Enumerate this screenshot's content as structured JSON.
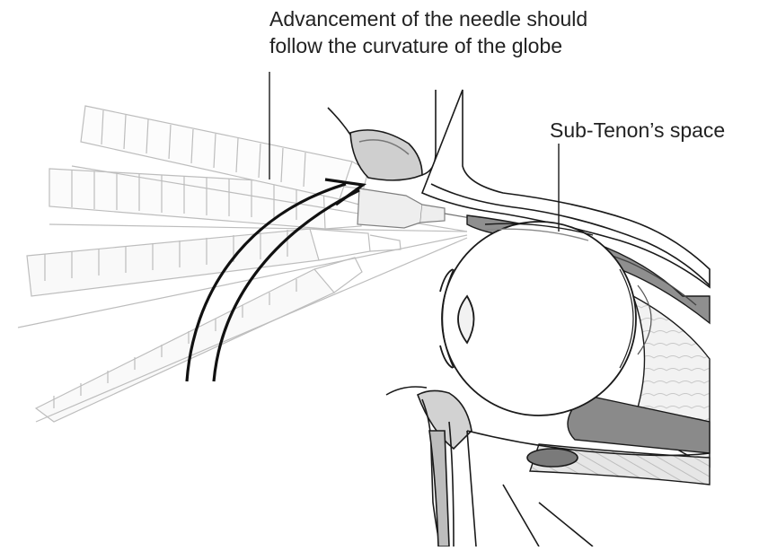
{
  "labels": {
    "advancement_line1": "Advancement of the needle should",
    "advancement_line2": "follow the curvature of the globe",
    "sub_tenon": "Sub-Tenon’s space"
  },
  "colors": {
    "line": "#1a1a1a",
    "faint_line": "#9a9a9a",
    "tissue_gray": "#8c8c8c",
    "tissue_light": "#d4d4d4",
    "muscle_dark": "#6b6b6b"
  }
}
